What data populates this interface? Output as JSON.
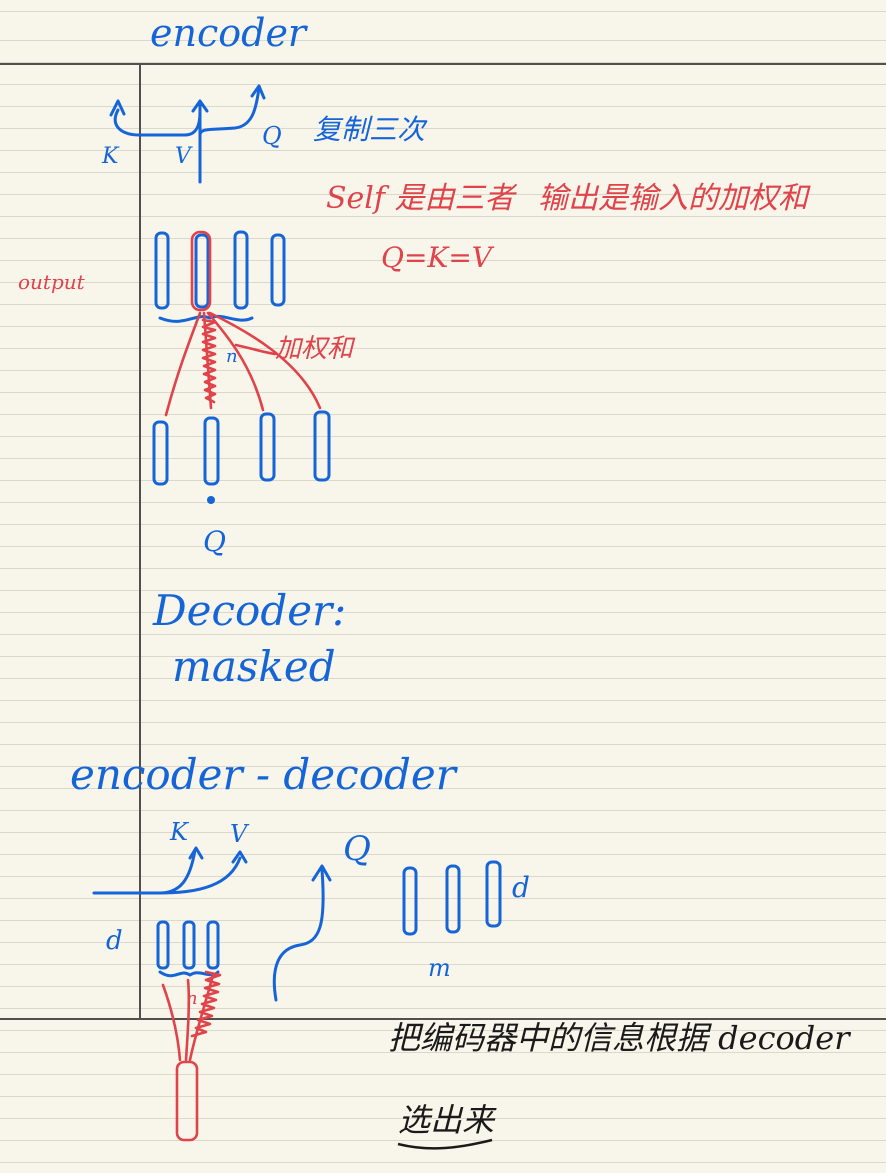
{
  "sections": {
    "encoder_title": "encoder",
    "decoder_title": "Decoder:",
    "decoder_masked": "masked",
    "enc_dec_title": "encoder - decoder"
  },
  "encoder": {
    "k_label": "K",
    "v_label": "V",
    "q_label": "Q",
    "copy_note": "复制三次",
    "self_note": "Self 是由三者",
    "output_note": "输出是输入的加权和",
    "qkv_note": "Q=K=V",
    "output_label": "output",
    "weighted_sum": "加权和",
    "n_label": "n",
    "bottom_q": "Q"
  },
  "encdec": {
    "k_label": "K",
    "v_label": "V",
    "q_label": "Q",
    "d_left": "d",
    "d_right": "d",
    "m_label": "m",
    "n_label": "n",
    "note_line1": "把编码器中的信息根据 decoder",
    "note_line2": "选出来"
  },
  "colors": {
    "ink_blue": "#1565d8",
    "ink_red": "#e0434a",
    "ink_black": "#1a1a1a",
    "paper": "#f8f5ea",
    "rule": "#dcd8cb"
  }
}
